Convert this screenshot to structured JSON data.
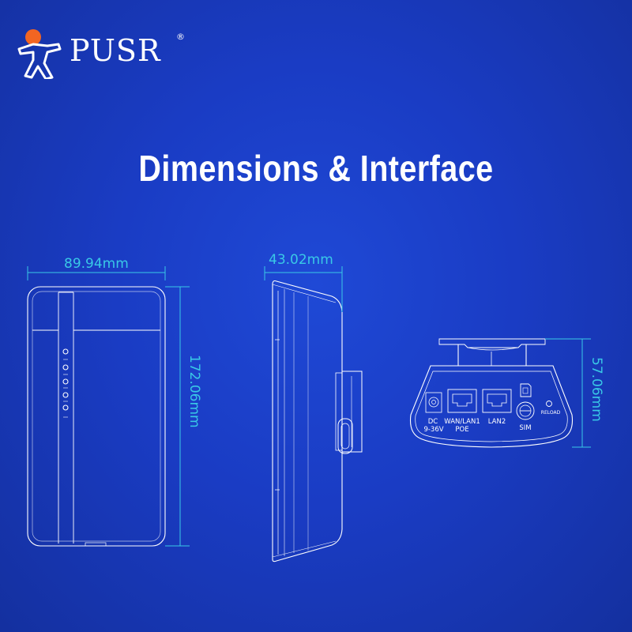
{
  "brand": {
    "name": "PUSR",
    "registered": "®",
    "colors": {
      "accent": "#f26522",
      "dimension": "#39c9e6",
      "background": "#1a3cc4"
    }
  },
  "title": "Dimensions & Interface",
  "dimensions": {
    "width": "89.94mm",
    "height": "172.06mm",
    "depth": "43.02mm",
    "bottom_height": "57.06mm"
  },
  "ports": {
    "dc": "DC",
    "dc_voltage": "9-36V",
    "wan": "WAN/LAN1",
    "poe": "POE",
    "lan2": "LAN2",
    "sim": "SIM",
    "reload": "RELOAD"
  },
  "icons": [
    "logo-figure-icon",
    "sim-card-icon",
    "ethernet-port-icon",
    "dc-jack-icon"
  ]
}
